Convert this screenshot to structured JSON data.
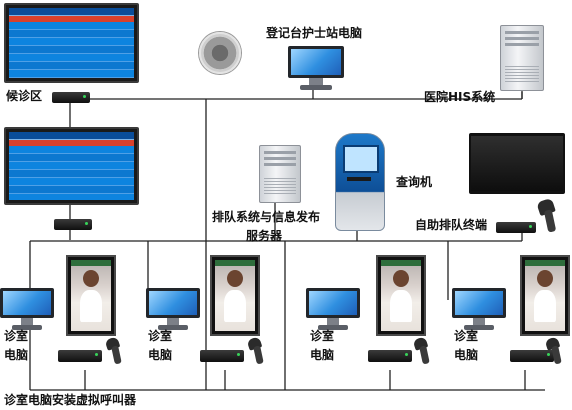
{
  "labels": {
    "waiting_area": "候诊区",
    "registration_pc": "登记台护士站电脑",
    "his_system": "医院HIS系统",
    "query_machine": "查询机",
    "queue_server_line1": "排队系统与信息发布",
    "queue_server_line2": "服务器",
    "self_service_terminal": "自助排队终端",
    "clinic_pc_1_line1": "诊室",
    "clinic_pc_1_line2": "电脑",
    "clinic_pc_2_line1": "诊室",
    "clinic_pc_2_line2": "电脑",
    "clinic_pc_3_line1": "诊室",
    "clinic_pc_3_line2": "电脑",
    "clinic_pc_4_line1": "诊室",
    "clinic_pc_4_line2": "电脑",
    "virtual_caller": "诊室电脑安装虚拟呼叫器"
  },
  "colors": {
    "wire": "#222222",
    "screen_blue": "#0c78d0",
    "header_red": "#d9412c"
  },
  "icons": [
    "tv-display-icon",
    "set-top-box-icon",
    "speaker-icon",
    "desktop-monitor-icon",
    "server-tower-icon",
    "kiosk-icon",
    "barcode-scanner-icon",
    "portrait-display-icon"
  ]
}
